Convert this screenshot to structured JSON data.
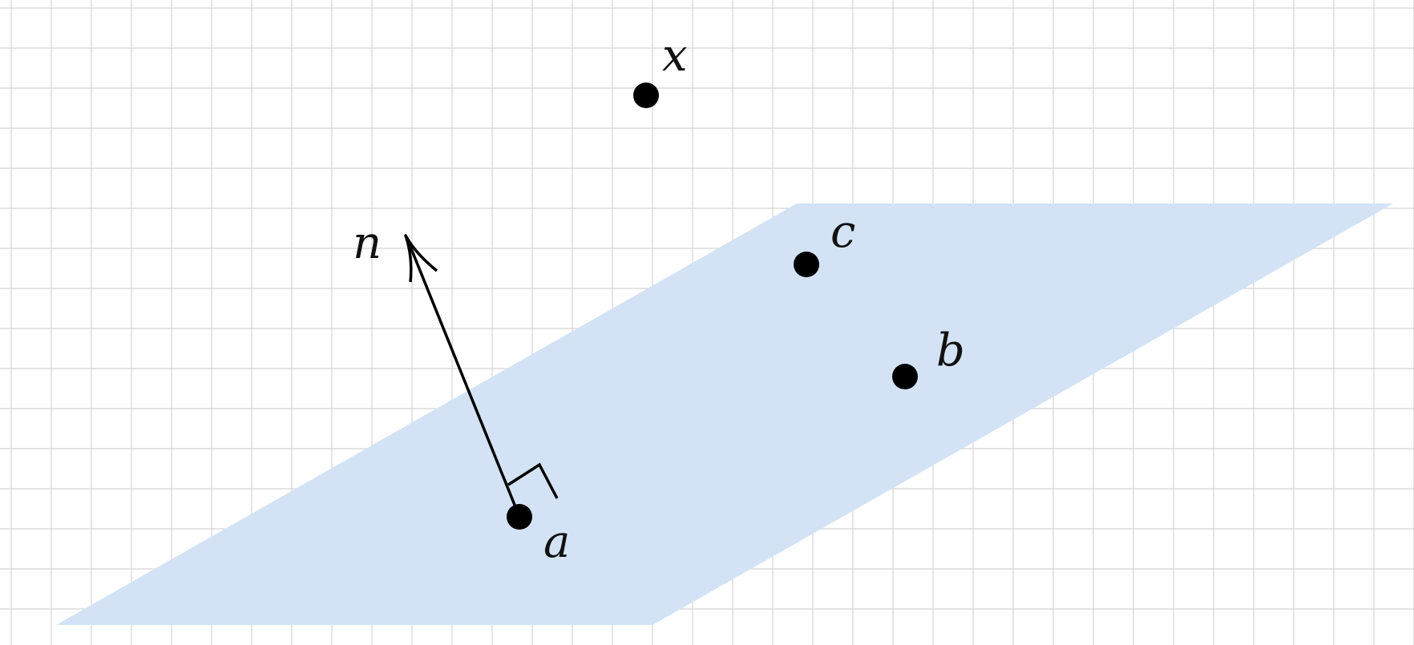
{
  "colors": {
    "background": "#ffffff",
    "grid": "#d4d4d4",
    "plane": "#d3e3f5",
    "ink": "#000000"
  },
  "points": [
    {
      "id": "x",
      "label": "x"
    },
    {
      "id": "c",
      "label": "c"
    },
    {
      "id": "b",
      "label": "b"
    },
    {
      "id": "a",
      "label": "a"
    }
  ],
  "normal_vector": {
    "label": "n"
  }
}
